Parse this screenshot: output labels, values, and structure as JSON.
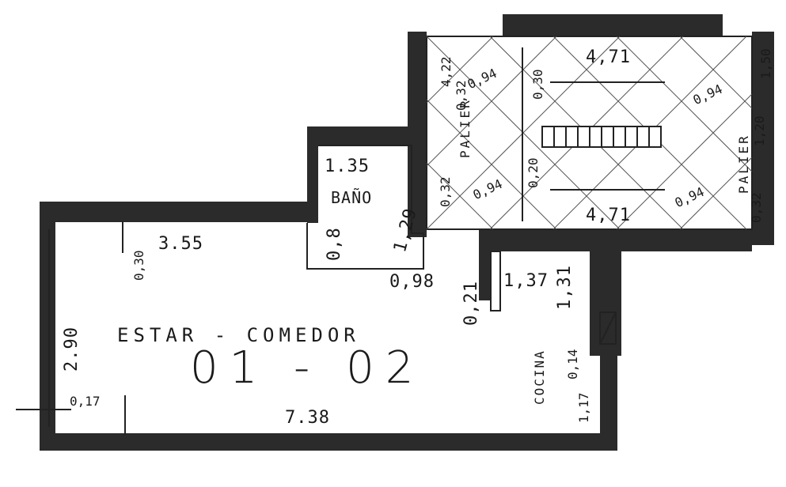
{
  "rooms": {
    "living": "ESTAR - COMEDOR",
    "unit_number": "01 - 02",
    "bath": "BAÑO",
    "kitchen": "COCINA",
    "stairs_left": "PALIER",
    "stairs_right": "PALIER"
  },
  "dimensions": {
    "living_width": "3.55",
    "living_length": "7.38",
    "living_height": "2.90",
    "wall_017": "0,17",
    "wall_030": "0,30",
    "bath_width": "1.35",
    "bath_depth": "1,29",
    "bath_side": "0,8",
    "bath_bottom": "0,98",
    "kitchen_021": "0,21",
    "kitchen_137": "1,37",
    "kitchen_131": "1,31",
    "kitchen_014": "0,14",
    "kitchen_117": "1,17",
    "palier_422": "4,22",
    "palier_120": "1,20",
    "palier_094_a": "0,94",
    "palier_094_b": "0,94",
    "palier_094_c": "0,94",
    "palier_094_d": "0,94",
    "palier_032_a": "0,32",
    "palier_032_b": "0,32",
    "palier_032_c": "0,32",
    "palier_030": "0,30",
    "palier_020": "0,20",
    "palier_150": "1,50",
    "stairs_41_top": "4,71",
    "stairs_41_bottom": "4,71"
  }
}
